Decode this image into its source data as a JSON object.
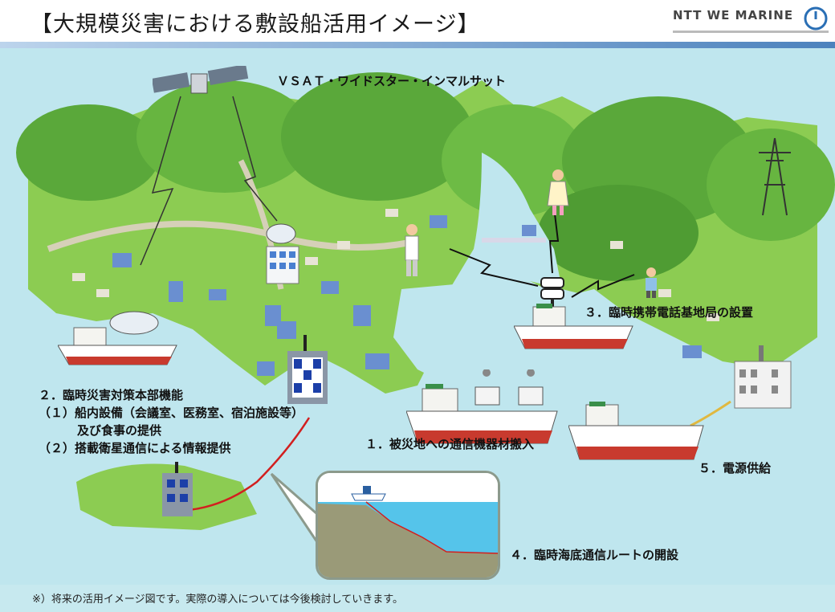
{
  "header": {
    "title": "【大規模災害における敷設船活用イメージ】",
    "brand": "NTT WE MARINE"
  },
  "labels": {
    "satellite": "ＶＳＡＴ・ワイドスター・インマルサット",
    "item1": "１．被災地への通信機器材搬入",
    "item2_title": "２．臨時災害対策本部機能",
    "item2_sub1": "（１）船内設備（会議室、医務室、宿泊施設等）",
    "item2_sub1b": "及び食事の提供",
    "item2_sub2": "（２）搭載衛星通信による情報提供",
    "item3": "３．臨時携帯電話基地局の設置",
    "item4": "４．臨時海底通信ルートの開設",
    "item5": "５．電源供給"
  },
  "footer": {
    "note": "※）将来の活用イメージ図です。実際の導入については今後検討していきます。"
  },
  "colors": {
    "sea": "#bfe6ee",
    "land": "#7fc34a",
    "hill": "#5aa83a",
    "ship_hull": "#c83a2e",
    "cable": "#d21f1f",
    "band": "#4c82bd"
  },
  "icons": [
    "satellite-icon",
    "dish-antenna-icon",
    "building-icon",
    "person-icon",
    "base-station-icon",
    "power-tower-icon",
    "factory-icon",
    "truck-icon"
  ]
}
